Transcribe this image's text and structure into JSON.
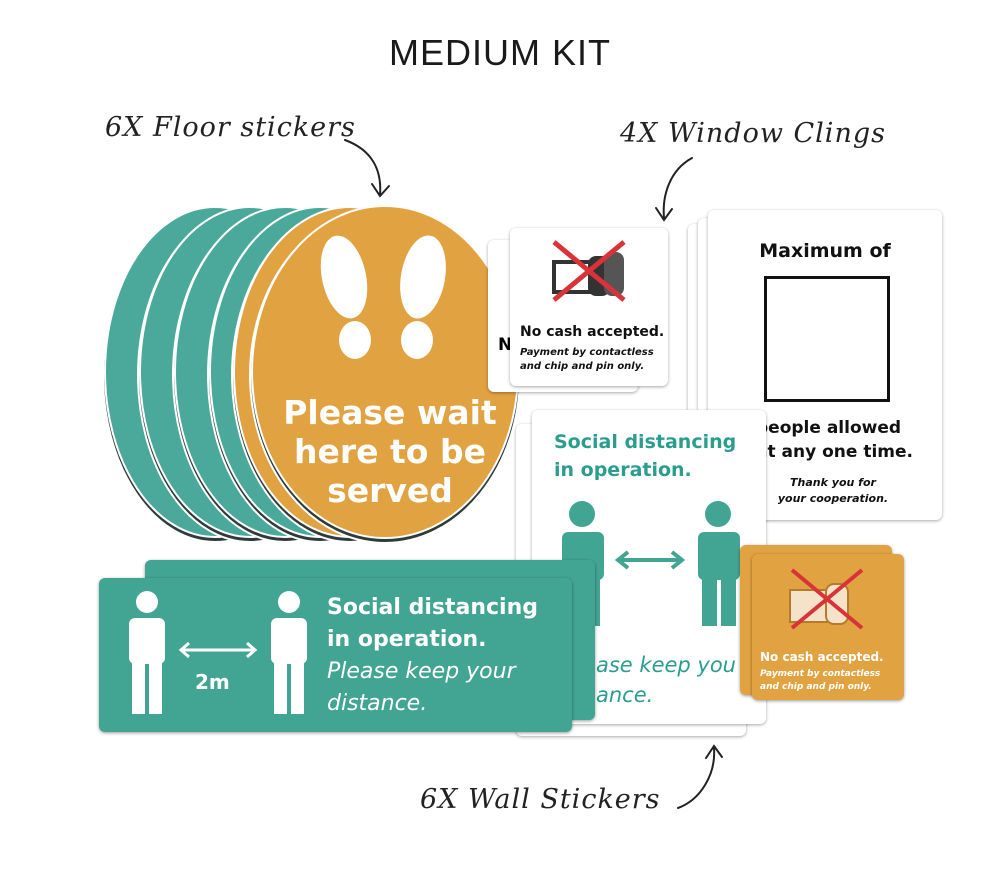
{
  "title": "MEDIUM KIT",
  "labels": {
    "floor": "6X Floor stickers",
    "window": "4X Window Clings",
    "wall": "6X Wall Stickers"
  },
  "floor_sticker": {
    "text": [
      "Please wait",
      "here to be",
      "served"
    ]
  },
  "no_cash": {
    "line1": "No cash accepted.",
    "line2": "Payment by contactless",
    "line3": "and chip and pin only.",
    "peek": "N"
  },
  "maximum": {
    "title": "Maximum of",
    "line1": "people allowed",
    "line2": "at any one time.",
    "thanks1": "Thank you for",
    "thanks2": "your cooperation."
  },
  "social_portrait": {
    "line1": "Social distancing",
    "line2": "in operation.",
    "line3": "ase keep you",
    "line4": "ance."
  },
  "wall_sticker": {
    "line1": "Social distancing",
    "line2": "in operation.",
    "line3": "Please keep your",
    "line4": "distance.",
    "distance": "2m"
  },
  "colors": {
    "teal": "#42a593",
    "orange": "#e1a242",
    "red": "#d9333a"
  }
}
